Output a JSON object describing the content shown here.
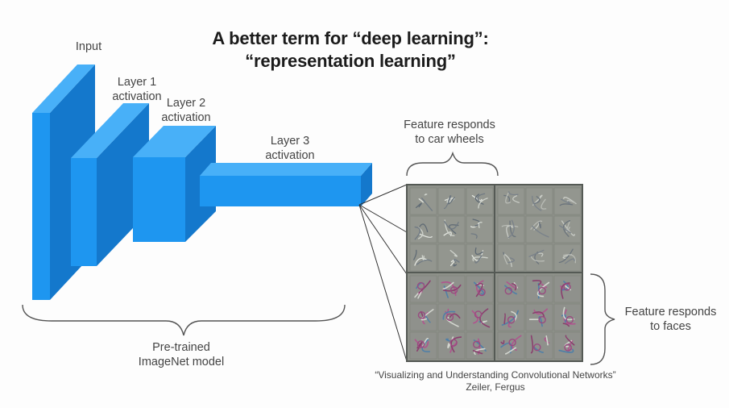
{
  "slide": {
    "title_line1": "A better term for “deep learning”:",
    "title_line2": "“representation learning”"
  },
  "network": {
    "input_label": "Input",
    "layer1_label_line1": "Layer 1",
    "layer1_label_line2": "activation",
    "layer2_label_line1": "Layer 2",
    "layer2_label_line2": "activation",
    "layer3_label_line1": "Layer 3",
    "layer3_label_line2": "activation",
    "model_label_line1": "Pre-trained",
    "model_label_line2": "ImageNet model",
    "block_color": "#1e96f0",
    "block_side_color": "#1478cc",
    "block_top_color": "#48b0f8"
  },
  "features": {
    "car_wheels_line1": "Feature responds",
    "car_wheels_line2": "to car wheels",
    "faces_line1": "Feature responds",
    "faces_line2": "to faces",
    "grid_background": "#8e918a",
    "grid_border": "#555a55"
  },
  "citation": {
    "paper": "“Visualizing and Understanding Convolutional Networks”",
    "authors": "Zeiler, Fergus"
  }
}
